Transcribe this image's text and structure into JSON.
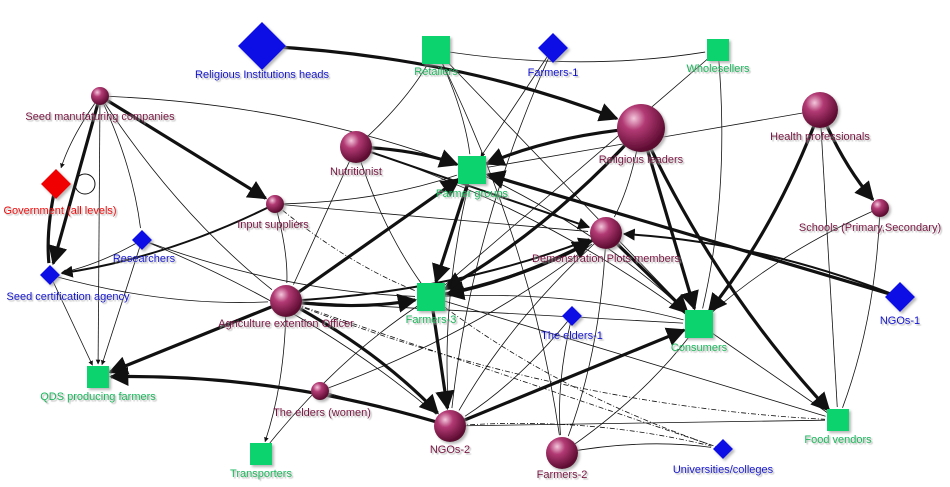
{
  "diagram": {
    "colors": {
      "maroon": "#7a1040",
      "maroon_label": "#7a1040",
      "blue": "#0a0ae6",
      "blue_label": "#0a0ad0",
      "green": "#0fd36e",
      "green_label": "#12b85c",
      "red": "#f00000",
      "edge": "#111111",
      "label_shadow": "#bdbdbd"
    },
    "nodes": [
      {
        "id": "religious-institutions-heads",
        "label": "Religious Institutions heads",
        "shape": "diamond",
        "color": "blue",
        "size": "xl"
      },
      {
        "id": "retailers",
        "label": "Retailers",
        "shape": "square",
        "color": "green",
        "size": "m"
      },
      {
        "id": "farmers-1",
        "label": "Farmers-1",
        "shape": "diamond",
        "color": "blue",
        "size": "m"
      },
      {
        "id": "wholesellers",
        "label": "Wholesellers",
        "shape": "square",
        "color": "green",
        "size": "s"
      },
      {
        "id": "seed-manufaturing-companies",
        "label": "Seed manufaturing companies",
        "shape": "sphere",
        "color": "maroon",
        "size": "s"
      },
      {
        "id": "religious-leaders",
        "label": "Religious leaders",
        "shape": "sphere",
        "color": "maroon",
        "size": "xl"
      },
      {
        "id": "health-professionals",
        "label": "Health professionals",
        "shape": "sphere",
        "color": "maroon",
        "size": "l"
      },
      {
        "id": "nutritionist",
        "label": "Nutritionist",
        "shape": "sphere",
        "color": "maroon",
        "size": "m"
      },
      {
        "id": "farmer-groups",
        "label": "Farmer groups",
        "shape": "square",
        "color": "green",
        "size": "m"
      },
      {
        "id": "government-all-levels",
        "label": "Government (all levels)",
        "shape": "diamond",
        "color": "red",
        "size": "m"
      },
      {
        "id": "input-suppliers",
        "label": "Input suppliers",
        "shape": "sphere",
        "color": "maroon",
        "size": "s"
      },
      {
        "id": "schools-primary-secondary",
        "label": "Schools (Primary,Secondary)",
        "shape": "sphere",
        "color": "maroon",
        "size": "s"
      },
      {
        "id": "researchers",
        "label": "Researchers",
        "shape": "diamond",
        "color": "blue",
        "size": "s"
      },
      {
        "id": "demonstration-plots-members",
        "label": "Demonstration Plots members",
        "shape": "sphere",
        "color": "maroon",
        "size": "m"
      },
      {
        "id": "seed-certification-agency",
        "label": "Seed certification agency",
        "shape": "diamond",
        "color": "blue",
        "size": "s"
      },
      {
        "id": "agriculture-extention-officer",
        "label": "Agriculture extention Officer",
        "shape": "sphere",
        "color": "maroon",
        "size": "m"
      },
      {
        "id": "farmers-3",
        "label": "Farmers-3",
        "shape": "square",
        "color": "green",
        "size": "m"
      },
      {
        "id": "ngos-1",
        "label": "NGOs-1",
        "shape": "diamond",
        "color": "blue",
        "size": "m"
      },
      {
        "id": "the-elders-1",
        "label": "The elders-1",
        "shape": "diamond",
        "color": "blue",
        "size": "s"
      },
      {
        "id": "consumers",
        "label": "Consumers",
        "shape": "square",
        "color": "green",
        "size": "m"
      },
      {
        "id": "qds-producing-farmers",
        "label": "QDS producing farmers",
        "shape": "square",
        "color": "green",
        "size": "s"
      },
      {
        "id": "the-elders-women",
        "label": "The elders (women)",
        "shape": "sphere",
        "color": "maroon",
        "size": "s"
      },
      {
        "id": "food-vendors",
        "label": "Food vendors",
        "shape": "square",
        "color": "green",
        "size": "s"
      },
      {
        "id": "ngos-2",
        "label": "NGOs-2",
        "shape": "sphere",
        "color": "maroon",
        "size": "m"
      },
      {
        "id": "transporters",
        "label": "Transporters",
        "shape": "square",
        "color": "green",
        "size": "s"
      },
      {
        "id": "farmers-2",
        "label": "Farmers-2",
        "shape": "sphere",
        "color": "maroon",
        "size": "m"
      },
      {
        "id": "universities-colleges",
        "label": "Universities/colleges",
        "shape": "diamond",
        "color": "blue",
        "size": "s"
      }
    ],
    "edges": [
      {
        "from": "religious-institutions-heads",
        "to": "religious-leaders",
        "weight": 3,
        "arrow": true
      },
      {
        "from": "seed-manufaturing-companies",
        "to": "input-suppliers",
        "weight": 3,
        "arrow": true
      },
      {
        "from": "seed-manufaturing-companies",
        "to": "government-all-levels",
        "weight": 1,
        "arrow": true
      },
      {
        "from": "seed-manufaturing-companies",
        "to": "researchers",
        "weight": 1,
        "arrow": false
      },
      {
        "from": "seed-manufaturing-companies",
        "to": "seed-certification-agency",
        "weight": 3,
        "arrow": true
      },
      {
        "from": "seed-manufaturing-companies",
        "to": "agriculture-extention-officer",
        "weight": 1,
        "arrow": false
      },
      {
        "from": "seed-manufaturing-companies",
        "to": "farmer-groups",
        "weight": 1,
        "arrow": false
      },
      {
        "from": "seed-manufaturing-companies",
        "to": "qds-producing-farmers",
        "weight": 1,
        "arrow": true
      },
      {
        "from": "government-all-levels",
        "to": "seed-certification-agency",
        "weight": 3,
        "arrow": false
      },
      {
        "from": "researchers",
        "to": "seed-certification-agency",
        "weight": 1,
        "arrow": true
      },
      {
        "from": "researchers",
        "to": "qds-producing-farmers",
        "weight": 1,
        "arrow": true
      },
      {
        "from": "researchers",
        "to": "farmers-3",
        "weight": 1,
        "arrow": false
      },
      {
        "from": "researchers",
        "to": "ngos-2",
        "weight": 1,
        "arrow": false
      },
      {
        "from": "seed-certification-agency",
        "to": "qds-producing-farmers",
        "weight": 1,
        "arrow": true
      },
      {
        "from": "seed-certification-agency",
        "to": "agriculture-extention-officer",
        "weight": 1,
        "arrow": false
      },
      {
        "from": "input-suppliers",
        "to": "seed-certification-agency",
        "weight": 2,
        "arrow": true
      },
      {
        "from": "input-suppliers",
        "to": "demonstration-plots-members",
        "weight": 1,
        "arrow": false
      },
      {
        "from": "input-suppliers",
        "to": "farmer-groups",
        "weight": 1,
        "arrow": false
      },
      {
        "from": "input-suppliers",
        "to": "agriculture-extention-officer",
        "weight": 1,
        "arrow": false
      },
      {
        "from": "agriculture-extention-officer",
        "to": "qds-producing-farmers",
        "weight": 3,
        "arrow": true
      },
      {
        "from": "agriculture-extention-officer",
        "to": "farmers-3",
        "weight": 3,
        "arrow": true
      },
      {
        "from": "agriculture-extention-officer",
        "to": "ngos-2",
        "weight": 3,
        "arrow": true
      },
      {
        "from": "agriculture-extention-officer",
        "to": "farmer-groups",
        "weight": 3,
        "arrow": true
      },
      {
        "from": "agriculture-extention-officer",
        "to": "demonstration-plots-members",
        "weight": 2,
        "arrow": true
      },
      {
        "from": "agriculture-extention-officer",
        "to": "transporters",
        "weight": 1,
        "arrow": true
      },
      {
        "from": "agriculture-extention-officer",
        "to": "consumers",
        "weight": 1,
        "arrow": false
      },
      {
        "from": "agriculture-extention-officer",
        "to": "food-vendors",
        "weight": 1,
        "arrow": false,
        "dashed": true
      },
      {
        "from": "nutritionist",
        "to": "farmer-groups",
        "weight": 3,
        "arrow": true
      },
      {
        "from": "nutritionist",
        "to": "demonstration-plots-members",
        "weight": 2,
        "arrow": true
      },
      {
        "from": "nutritionist",
        "to": "farmers-3",
        "weight": 1,
        "arrow": false
      },
      {
        "from": "nutritionist",
        "to": "consumers",
        "weight": 1,
        "arrow": false
      },
      {
        "from": "nutritionist",
        "to": "agriculture-extention-officer",
        "weight": 1,
        "arrow": false
      },
      {
        "from": "nutritionist",
        "to": "retailers",
        "weight": 1,
        "arrow": false
      },
      {
        "from": "retailers",
        "to": "farmer-groups",
        "weight": 1,
        "arrow": false
      },
      {
        "from": "retailers",
        "to": "consumers",
        "weight": 1,
        "arrow": false
      },
      {
        "from": "retailers",
        "to": "wholesellers",
        "weight": 1,
        "arrow": false
      },
      {
        "from": "retailers",
        "to": "farmers-2",
        "weight": 1,
        "arrow": false
      },
      {
        "from": "farmers-1",
        "to": "farmer-groups",
        "weight": 1,
        "arrow": true
      },
      {
        "from": "farmers-1",
        "to": "ngos-2",
        "weight": 1,
        "arrow": false
      },
      {
        "from": "wholesellers",
        "to": "consumers",
        "weight": 1,
        "arrow": false
      },
      {
        "from": "wholesellers",
        "to": "farmers-3",
        "weight": 1,
        "arrow": false
      },
      {
        "from": "religious-leaders",
        "to": "farmer-groups",
        "weight": 3,
        "arrow": true
      },
      {
        "from": "religious-leaders",
        "to": "farmers-3",
        "weight": 3,
        "arrow": true
      },
      {
        "from": "religious-leaders",
        "to": "consumers",
        "weight": 3,
        "arrow": true
      },
      {
        "from": "religious-leaders",
        "to": "food-vendors",
        "weight": 3,
        "arrow": true
      },
      {
        "from": "religious-leaders",
        "to": "demonstration-plots-members",
        "weight": 1,
        "arrow": false
      },
      {
        "from": "health-professionals",
        "to": "farmer-groups",
        "weight": 1,
        "arrow": false
      },
      {
        "from": "health-professionals",
        "to": "schools-primary-secondary",
        "weight": 3,
        "arrow": true
      },
      {
        "from": "health-professionals",
        "to": "consumers",
        "weight": 3,
        "arrow": true
      },
      {
        "from": "health-professionals",
        "to": "food-vendors",
        "weight": 1,
        "arrow": false
      },
      {
        "from": "schools-primary-secondary",
        "to": "consumers",
        "weight": 1,
        "arrow": false
      },
      {
        "from": "schools-primary-secondary",
        "to": "food-vendors",
        "weight": 1,
        "arrow": false
      },
      {
        "from": "farmer-groups",
        "to": "farmers-3",
        "weight": 3,
        "arrow": true
      },
      {
        "from": "farmer-groups",
        "to": "ngos-2",
        "weight": 1,
        "arrow": false
      },
      {
        "from": "farmer-groups",
        "to": "consumers",
        "weight": 1,
        "arrow": false
      },
      {
        "from": "ngos-1",
        "to": "farmer-groups",
        "weight": 3,
        "arrow": true
      },
      {
        "from": "ngos-1",
        "to": "demonstration-plots-members",
        "weight": 2,
        "arrow": true
      },
      {
        "from": "demonstration-plots-members",
        "to": "farmers-3",
        "weight": 3,
        "arrow": true
      },
      {
        "from": "demonstration-plots-members",
        "to": "consumers",
        "weight": 3,
        "arrow": true
      },
      {
        "from": "demonstration-plots-members",
        "to": "ngos-2",
        "weight": 1,
        "arrow": false
      },
      {
        "from": "demonstration-plots-members",
        "to": "farmers-2",
        "weight": 1,
        "arrow": false
      },
      {
        "from": "farmers-3",
        "to": "ngos-2",
        "weight": 3,
        "arrow": true
      },
      {
        "from": "farmers-3",
        "to": "demonstration-plots-members",
        "weight": 3,
        "arrow": true
      },
      {
        "from": "farmers-3",
        "to": "consumers",
        "weight": 1,
        "arrow": false
      },
      {
        "from": "farmers-3",
        "to": "food-vendors",
        "weight": 1,
        "arrow": false
      },
      {
        "from": "the-elders-1",
        "to": "farmers-2",
        "weight": 1,
        "arrow": false
      },
      {
        "from": "the-elders-1",
        "to": "ngos-2",
        "weight": 1,
        "arrow": false
      },
      {
        "from": "ngos-2",
        "to": "consumers",
        "weight": 3,
        "arrow": true
      },
      {
        "from": "ngos-2",
        "to": "qds-producing-farmers",
        "weight": 3,
        "arrow": true
      },
      {
        "from": "ngos-2",
        "to": "universities-colleges",
        "weight": 1,
        "arrow": false,
        "dashed": true
      },
      {
        "from": "ngos-2",
        "to": "food-vendors",
        "weight": 1,
        "arrow": false
      },
      {
        "from": "farmers-2",
        "to": "consumers",
        "weight": 1,
        "arrow": false
      },
      {
        "from": "farmers-2",
        "to": "universities-colleges",
        "weight": 1,
        "arrow": false
      },
      {
        "from": "the-elders-women",
        "to": "ngos-2",
        "weight": 1,
        "arrow": false
      },
      {
        "from": "the-elders-women",
        "to": "demonstration-plots-members",
        "weight": 1,
        "arrow": false
      },
      {
        "from": "universities-colleges",
        "to": "farmers-3",
        "weight": 1,
        "arrow": false,
        "dashed": true
      },
      {
        "from": "agriculture-extention-officer",
        "to": "universities-colleges",
        "weight": 1,
        "arrow": false,
        "dashed": true
      },
      {
        "from": "input-suppliers",
        "to": "farmers-3",
        "weight": 1,
        "arrow": false,
        "dashed": true
      },
      {
        "from": "transporters",
        "to": "farmers-3",
        "weight": 1,
        "arrow": false
      },
      {
        "from": "consumers",
        "to": "food-vendors",
        "weight": 1,
        "arrow": false
      }
    ]
  }
}
